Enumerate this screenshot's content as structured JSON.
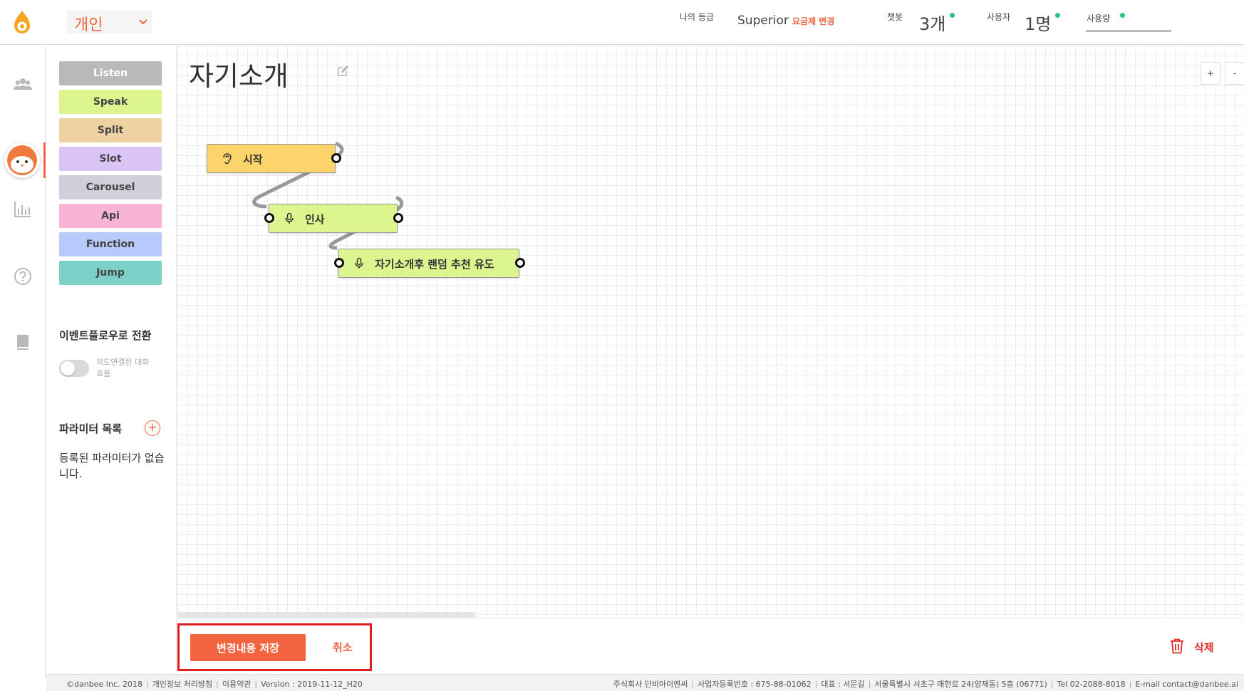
{
  "header": {
    "workspace": "개인",
    "grade_label": "나의 등급",
    "grade_value": "Superior",
    "plan_change": "요금제 변경",
    "chatbot_label": "챗봇",
    "chatbot_count": "3개",
    "user_label": "사용자",
    "user_count": "1명",
    "usage_label": "사용량",
    "status_color": "#29c77a"
  },
  "rail": {
    "icons": [
      "users-icon",
      "bot-avatar",
      "chart-icon",
      "help-icon",
      "book-icon"
    ],
    "active": "bot-avatar"
  },
  "palette": {
    "nodes": [
      {
        "label": "Listen",
        "color": "#b9b9b9"
      },
      {
        "label": "Speak",
        "color": "#ddf58e"
      },
      {
        "label": "Split",
        "color": "#efd2a4"
      },
      {
        "label": "Slot",
        "color": "#dac4f6"
      },
      {
        "label": "Carousel",
        "color": "#d0d0dc"
      },
      {
        "label": "Api",
        "color": "#f8b4d6"
      },
      {
        "label": "Function",
        "color": "#b8c9fb"
      },
      {
        "label": "Jump",
        "color": "#7dd0c8"
      }
    ],
    "event_title": "이벤트플로우로 전환",
    "event_toggle_desc": "의도연결된 대화흐름",
    "param_title": "파라미터 목록",
    "param_add": "+",
    "param_empty": "등록된 파라미터가 없습니다."
  },
  "canvas": {
    "title": "자기소개",
    "zoom_in": "+",
    "zoom_out": "-",
    "nodes": [
      {
        "label": "시작",
        "color": "#fdd46c",
        "icon": "ear-icon"
      },
      {
        "label": "인사",
        "color": "#ddf58e",
        "icon": "mic-icon"
      },
      {
        "label": "자기소개후 랜덤 추천 유도",
        "color": "#ddf58e",
        "icon": "mic-icon"
      }
    ]
  },
  "actions": {
    "save": "변경내용 저장",
    "cancel": "취소",
    "delete": "삭제",
    "accent": "#f26440"
  },
  "footer": {
    "copyright": "©danbee Inc. 2018",
    "privacy": "개인정보 처리방침",
    "terms": "이용약관",
    "version": "Version : 2019-11-12_H20",
    "company": "주식회사 단비아이엔씨",
    "biz_no": "사업자등록번호 : 675-88-01062",
    "ceo": "대표 : 서문길",
    "address": "서울특별시 서초구 매헌로 24(양재동) 5층 (06771)",
    "tel": "Tel 02-2088-8018",
    "email": "E-mail contact@danbee.ai"
  }
}
